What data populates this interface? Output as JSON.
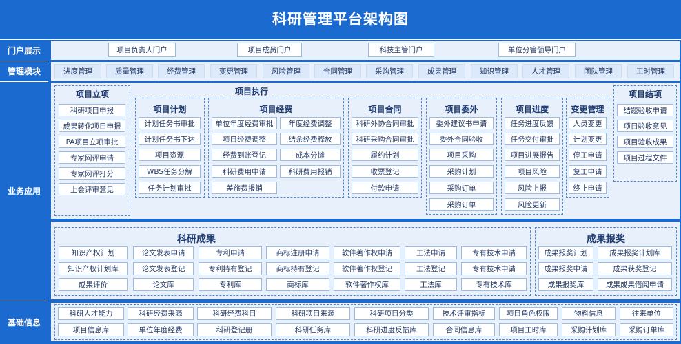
{
  "title": "科研管理平台架构图",
  "row_labels": {
    "portal": "门户展示",
    "module": "管理模块",
    "business": "业务应用",
    "base": "基础信息"
  },
  "portals": [
    "项目负责人门户",
    "项目成员门户",
    "科技主管门户",
    "单位分管领导门户"
  ],
  "modules": [
    "进度管理",
    "质量管理",
    "经费管理",
    "变更管理",
    "风险管理",
    "合同管理",
    "采购管理",
    "成果管理",
    "知识管理",
    "人才管理",
    "团队管理",
    "工时管理"
  ],
  "execution_title": "项目执行",
  "lixiang": {
    "title": "项目立项",
    "items": [
      "科研项目申报",
      "成果转化项目申报",
      "PA项目立项审批",
      "专家网评申请",
      "专家网评打分",
      "上会评审意见"
    ]
  },
  "jihua": {
    "title": "项目计划",
    "items": [
      "计划任务书审批",
      "计划任务书下达",
      "项目资源",
      "WBS任务分解",
      "任务计划审批"
    ]
  },
  "jingfei": {
    "title": "项目经费",
    "left": [
      "单位年度经费审批",
      "项目经费调整",
      "经费到账登记",
      "科研费用申请",
      "差旅费报销"
    ],
    "right": [
      "年度经费调整",
      "结余经费释放",
      "成本分摊",
      "科研费用报销"
    ]
  },
  "hetong": {
    "title": "项目合同",
    "items": [
      "科研外协合同审批",
      "科研采购合同审批",
      "履约计划",
      "收票登记",
      "付款申请"
    ]
  },
  "weiwai": {
    "title": "项目委外",
    "items": [
      "委外建议书申请",
      "委外合同验收",
      "项目采购",
      "采购计划",
      "采购订单",
      "采购订单"
    ]
  },
  "jindu": {
    "title": "项目进度",
    "items": [
      "任务进度反馈",
      "任务交付审批",
      "项目进展报告",
      "项目风险",
      "风险上报",
      "风险更新"
    ]
  },
  "biangeng": {
    "title": "变更管理",
    "items": [
      "人员变更",
      "计划变更",
      "停工申请",
      "复工申请",
      "终止申请"
    ]
  },
  "jiexiang": {
    "title": "项目结项",
    "items": [
      "结题验收申请",
      "项目验收意见",
      "项目验收成果",
      "项目过程文件"
    ]
  },
  "chengguo": {
    "title": "科研成果",
    "rows": [
      [
        "知识产权计划",
        "论文发表申请",
        "专利申请",
        "商标注册申请",
        "软件著作权申请",
        "工法申请",
        "专有技术申请"
      ],
      [
        "知识产权计划库",
        "论文发表登记",
        "专利持有登记",
        "商标持有登记",
        "软件著作权登记",
        "工法登记",
        "专有技术申请"
      ],
      [
        "成果评价",
        "论文库",
        "专利库",
        "商标库",
        "软件著作权库",
        "工法库",
        "专有技术库"
      ]
    ]
  },
  "baojiang": {
    "title": "成果报奖",
    "rows": [
      [
        "成果报奖计划",
        "成果报奖计划库"
      ],
      [
        "成果报奖申请",
        "成果获奖登记"
      ],
      [
        "成果报奖库",
        "成果成果借阅申请"
      ]
    ]
  },
  "base": {
    "row1": [
      "科研人才能力",
      "科研经费来源",
      "科研经费科目",
      "科研项目来源",
      "科研项目分类",
      "技术评审指标",
      "项目角色权限",
      "物料信息",
      "往来单位"
    ],
    "row2": [
      "项目信息库",
      "单位年度经费",
      "科研登记册",
      "科研任务库",
      "科研进度反馈库",
      "合同信息库",
      "项目工时库",
      "采购计划库",
      "采购订单库"
    ]
  },
  "colors": {
    "background": "#1a6ad0",
    "panel": "#e8f0fb",
    "cell_border": "#9cbbe2",
    "text": "#243a66"
  }
}
